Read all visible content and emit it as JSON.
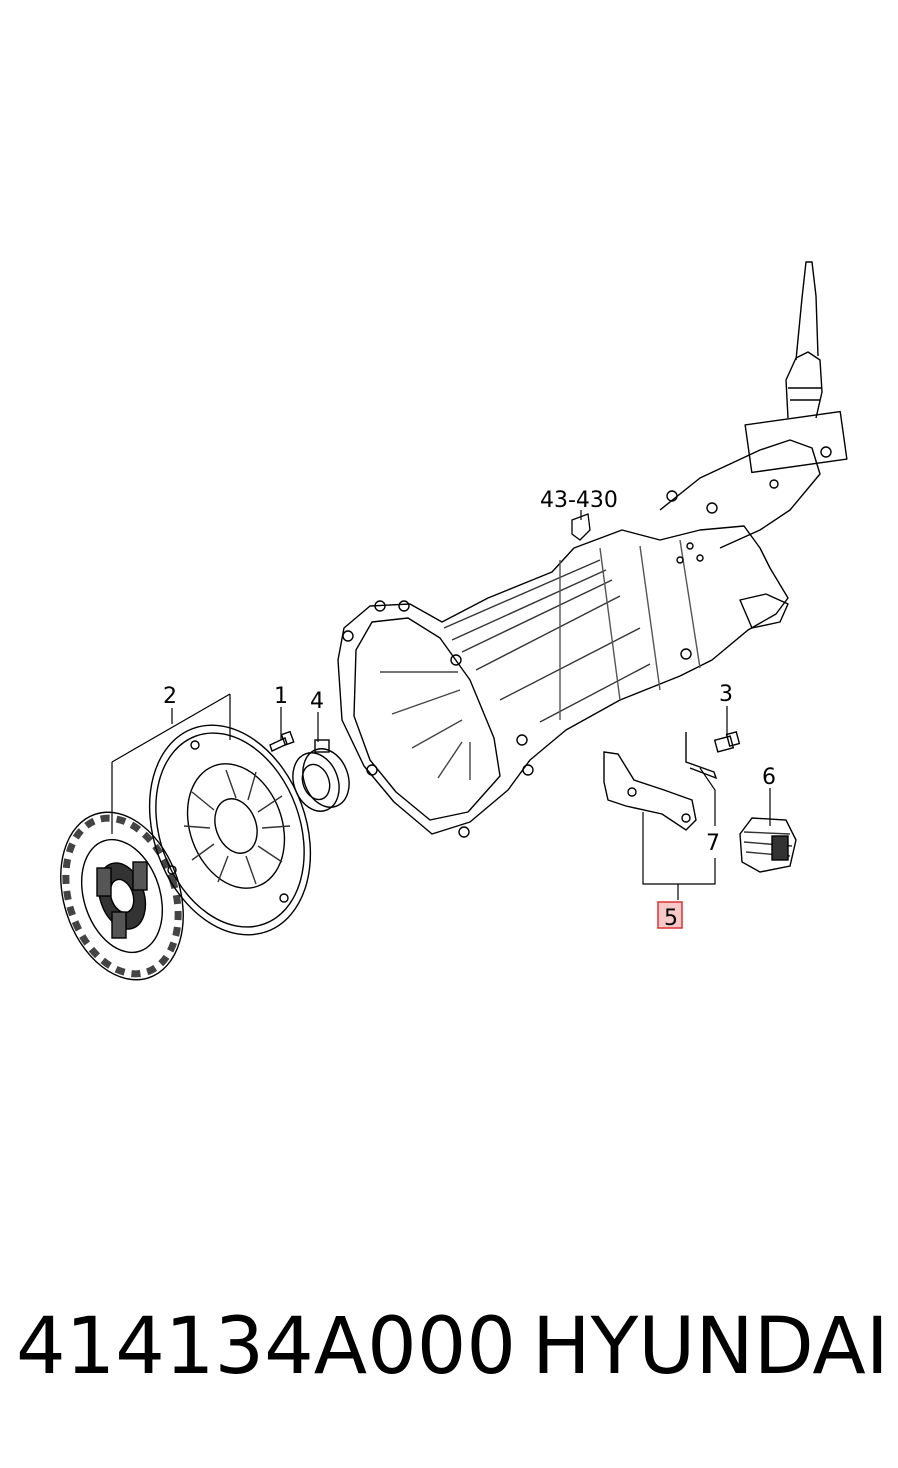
{
  "diagram": {
    "callouts": {
      "ref_section": "43-430",
      "item_1": "1",
      "item_2": "2",
      "item_3": "3",
      "item_4": "4",
      "item_5": "5",
      "item_6": "6",
      "item_7": "7"
    },
    "highlight_color": "#e03030",
    "line_color": "#000000"
  },
  "footer": {
    "part_number": "414134A000",
    "brand": "HYUNDAI"
  }
}
